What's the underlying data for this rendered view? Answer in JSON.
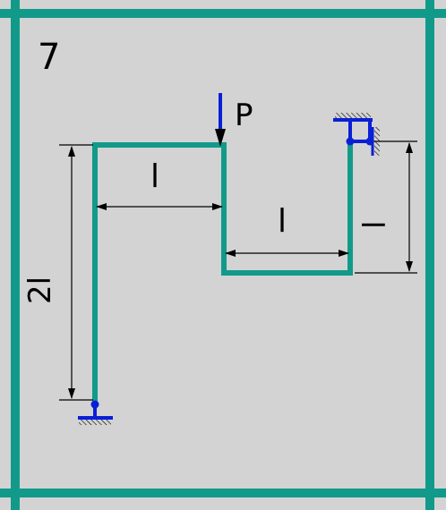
{
  "problem_number": "7",
  "load_label": "P",
  "labels": {
    "span_left": "l",
    "span_right": "l",
    "height_left": "2l",
    "height_right": "l"
  },
  "colors": {
    "background": "#d3d3d3",
    "frame_border": "#119a8a",
    "member": "#119a8a",
    "support": "#0a1fd6",
    "force": "#0a1fd6",
    "dimension": "#000000"
  }
}
